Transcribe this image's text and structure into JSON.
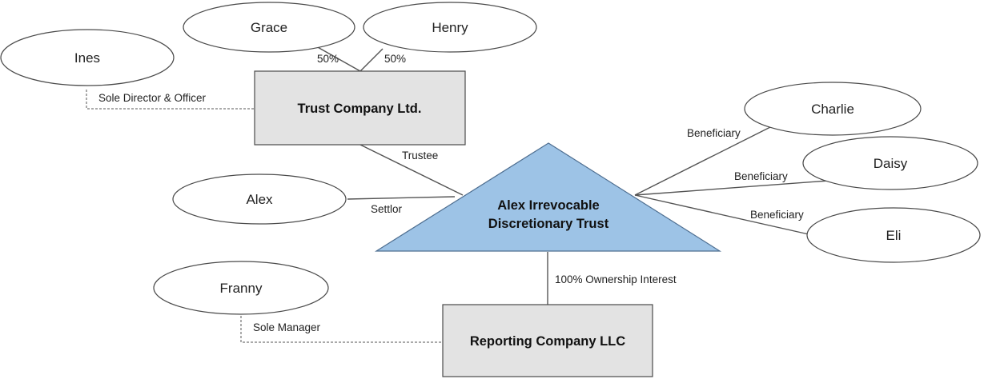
{
  "people": {
    "grace": "Grace",
    "henry": "Henry",
    "ines": "Ines",
    "charlie": "Charlie",
    "daisy": "Daisy",
    "alex": "Alex",
    "eli": "Eli",
    "franny": "Franny"
  },
  "entities": {
    "trust_company": "Trust Company Ltd.",
    "trust_line1": "Alex Irrevocable",
    "trust_line2": "Discretionary Trust",
    "reporting_company": "Reporting Company LLC"
  },
  "relationships": {
    "grace_share": "50%",
    "henry_share": "50%",
    "ines_role": "Sole Director & Officer",
    "trustee": "Trustee",
    "settlor": "Settlor",
    "beneficiary_charlie": "Beneficiary",
    "beneficiary_daisy": "Beneficiary",
    "beneficiary_eli": "Beneficiary",
    "ownership": "100% Ownership Interest",
    "franny_role": "Sole Manager"
  }
}
